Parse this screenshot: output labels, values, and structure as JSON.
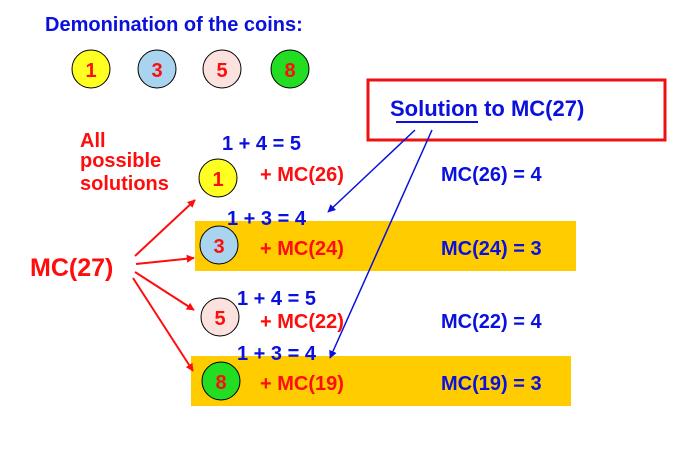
{
  "header": {
    "title": "Demonination of the coins:"
  },
  "coins": [
    {
      "label": "1",
      "fill": "#ffff22"
    },
    {
      "label": "3",
      "fill": "#a8d4f0"
    },
    {
      "label": "5",
      "fill": "#fbe2de"
    },
    {
      "label": "8",
      "fill": "#22dd22"
    }
  ],
  "root": {
    "label": "MC(27)"
  },
  "side_note": [
    "All",
    "possible",
    "solutions"
  ],
  "solution_box": {
    "label": "Solution to MC(27)"
  },
  "rows": [
    {
      "coin": "1",
      "coin_fill": "#ffff22",
      "sum": "1 + 4 = 5",
      "sub": "+ MC(26)",
      "result": "MC(26) = 4",
      "highlight": false
    },
    {
      "coin": "3",
      "coin_fill": "#a8d4f0",
      "sum": "1 + 3 = 4",
      "sub": "+ MC(24)",
      "result": "MC(24) = 3",
      "highlight": true
    },
    {
      "coin": "5",
      "coin_fill": "#fbe2de",
      "sum": "1 + 4 = 5",
      "sub": "+ MC(22)",
      "result": "MC(22) = 4",
      "highlight": false
    },
    {
      "coin": "8",
      "coin_fill": "#22dd22",
      "sum": "1 + 3 = 4",
      "sub": "+ MC(19)",
      "result": "MC(19) = 3",
      "highlight": true
    }
  ],
  "colors": {
    "blue": "#0a10dd",
    "red": "#ff0d0d",
    "highlight": "#ffcc00",
    "solution_border": "#ee1111"
  }
}
